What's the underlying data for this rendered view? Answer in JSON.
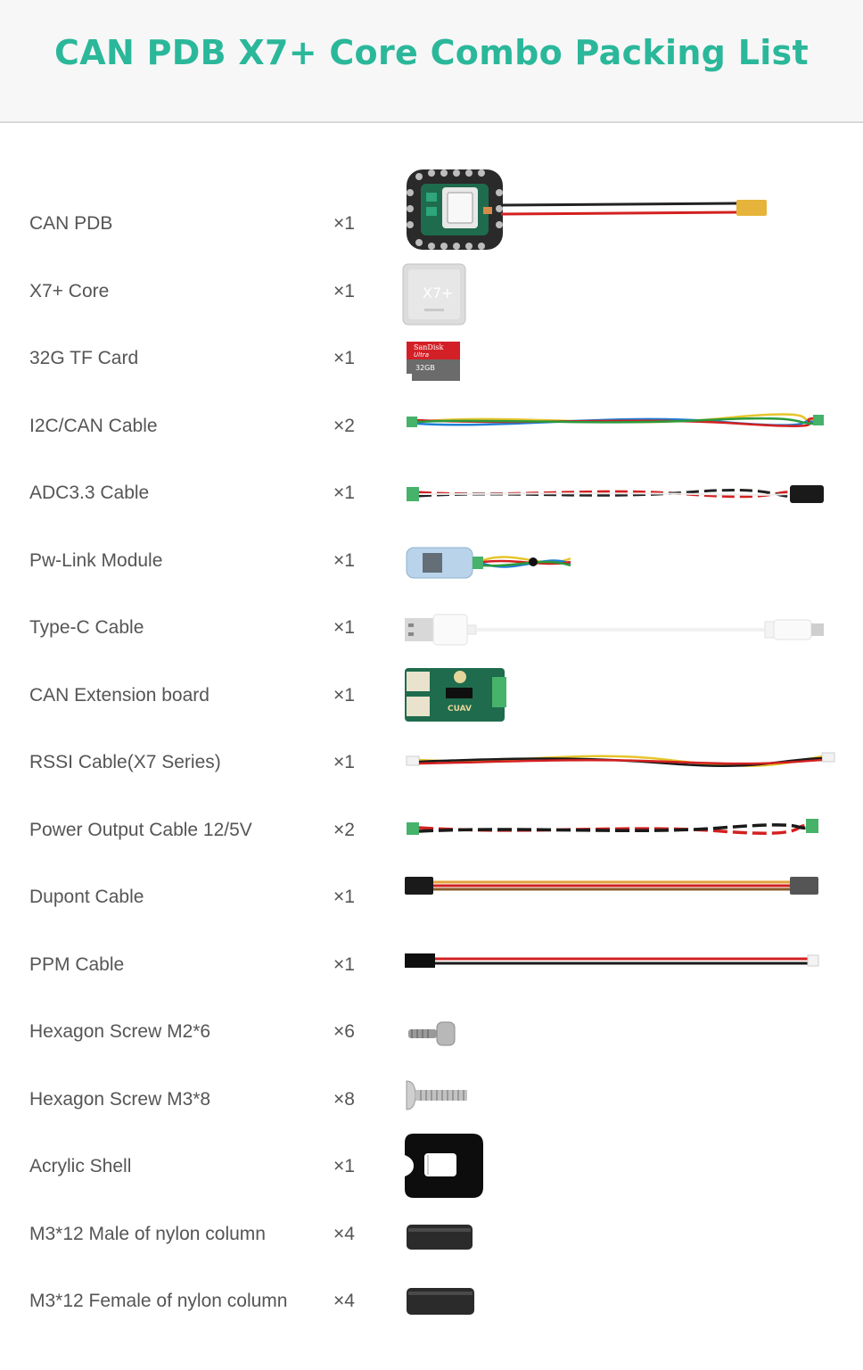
{
  "title": "CAN PDB X7+ Core Combo Packing List",
  "items": [
    {
      "name": "CAN PDB",
      "qty": "×1"
    },
    {
      "name": "X7+ Core",
      "qty": "×1"
    },
    {
      "name": "32G TF Card",
      "qty": "×1"
    },
    {
      "name": "I2C/CAN Cable",
      "qty": "×2"
    },
    {
      "name": "ADC3.3 Cable",
      "qty": "×1"
    },
    {
      "name": "Pw-Link Module",
      "qty": "×1"
    },
    {
      "name": "Type-C Cable",
      "qty": "×1"
    },
    {
      "name": "CAN Extension board",
      "qty": "×1"
    },
    {
      "name": "RSSI Cable(X7 Series)",
      "qty": "×1"
    },
    {
      "name": "Power Output Cable 12/5V",
      "qty": "×2"
    },
    {
      "name": "Dupont Cable",
      "qty": "×1"
    },
    {
      "name": "PPM Cable",
      "qty": "×1"
    },
    {
      "name": "Hexagon Screw M2*6",
      "qty": "×6"
    },
    {
      "name": "Hexagon Screw M3*8",
      "qty": "×8"
    },
    {
      "name": "Acrylic Shell",
      "qty": "×1"
    },
    {
      "name": "M3*12 Male of nylon column",
      "qty": "×4"
    },
    {
      "name": "M3*12 Female of nylon column",
      "qty": "×4"
    }
  ],
  "colors": {
    "title": "#2bb79a",
    "header_bg": "#f7f7f7",
    "label_text": "#555555"
  },
  "card": {
    "brand": "SanDisk",
    "line": "Ultra",
    "capacity": "32GB"
  },
  "core_label": "X7+",
  "board_label": "CUAV"
}
